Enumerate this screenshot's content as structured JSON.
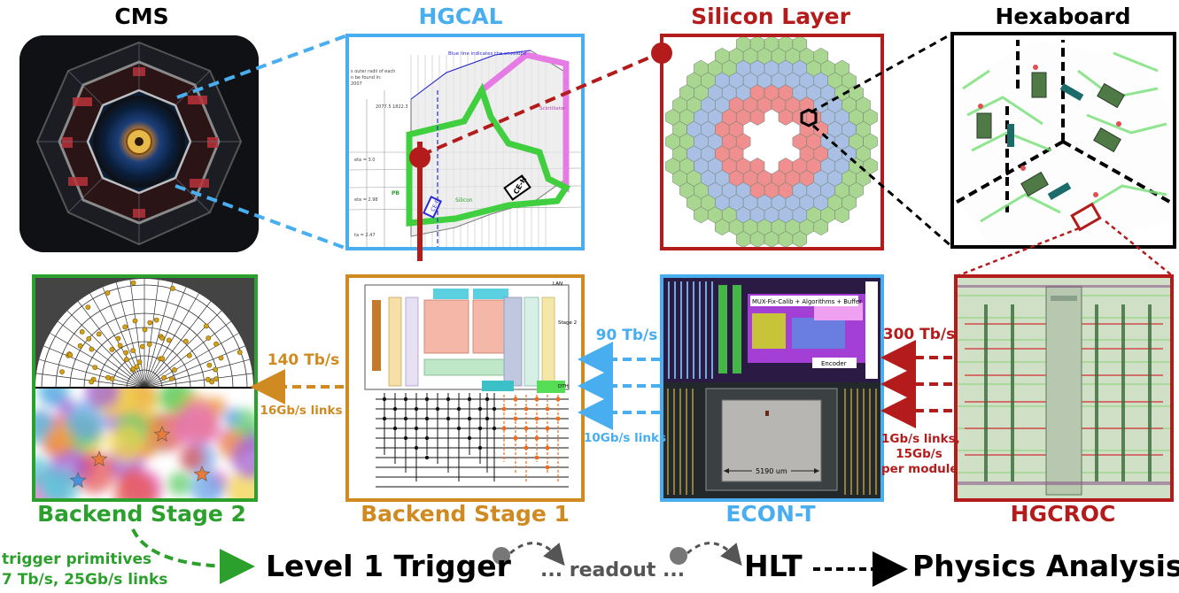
{
  "top_row": {
    "cms": {
      "title": "CMS"
    },
    "hgcal": {
      "title": "HGCAL",
      "annotations": [
        "Blue line indicates the envelope",
        "Scintillator",
        "Silicon",
        "CE-H",
        "CE-E"
      ]
    },
    "silicon_layer": {
      "title": "Silicon Layer"
    },
    "hexaboard": {
      "title": "Hexaboard"
    }
  },
  "bottom_row": {
    "backend_stage2": {
      "label": "Backend Stage 2"
    },
    "backend_stage1": {
      "label": "Backend Stage 1",
      "annotations": [
        "Stage 2",
        "DTH",
        "LAN"
      ]
    },
    "econ_t": {
      "label": "ECON-T",
      "annotations": [
        "MUX-Fix-Calib + Algorithms + Buffer",
        "Encoder",
        "5190 um"
      ]
    },
    "hgcroc": {
      "label": "HGCROC"
    }
  },
  "links": {
    "hgcroc_to_econ": {
      "rate": "300 Tb/s",
      "detail_lines": [
        "1Gb/s links,",
        "15Gb/s",
        "per module"
      ]
    },
    "econ_to_stage1": {
      "rate": "90 Tb/s",
      "detail": "10Gb/s links"
    },
    "stage1_to_stage2": {
      "rate": "140 Tb/s",
      "detail": "16Gb/s links"
    },
    "stage2_out": {
      "lines": [
        "trigger primitives",
        "7 Tb/s, 25Gb/s links"
      ]
    }
  },
  "flow": {
    "level1": "Level 1 Trigger",
    "readout": "... readout ...",
    "hlt": "HLT",
    "physics": "Physics Analysis"
  },
  "colors": {
    "blue": "#48aef0",
    "red": "#b41c1c",
    "green": "#2ca02c",
    "orange": "#d08a22",
    "black": "#000000"
  }
}
